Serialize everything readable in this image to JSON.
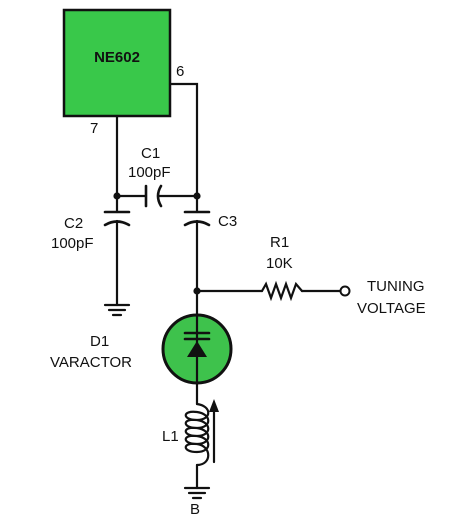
{
  "colors": {
    "chip": "#39c84a",
    "diode_circle": "#3ec24c",
    "ink": "#111111",
    "background": "#ffffff"
  },
  "ic": {
    "name": "NE602",
    "pin6": "6",
    "pin7": "7"
  },
  "c1": {
    "ref": "C1",
    "value": "100pF"
  },
  "c2": {
    "ref": "C2",
    "value": "100pF"
  },
  "c3": {
    "ref": "C3"
  },
  "r1": {
    "ref": "R1",
    "value": "10K"
  },
  "tuning": {
    "line1": "TUNING",
    "line2": "VOLTAGE"
  },
  "d1": {
    "ref": "D1",
    "type": "VARACTOR"
  },
  "l1": {
    "ref": "L1"
  },
  "ground_b": {
    "label": "B"
  }
}
